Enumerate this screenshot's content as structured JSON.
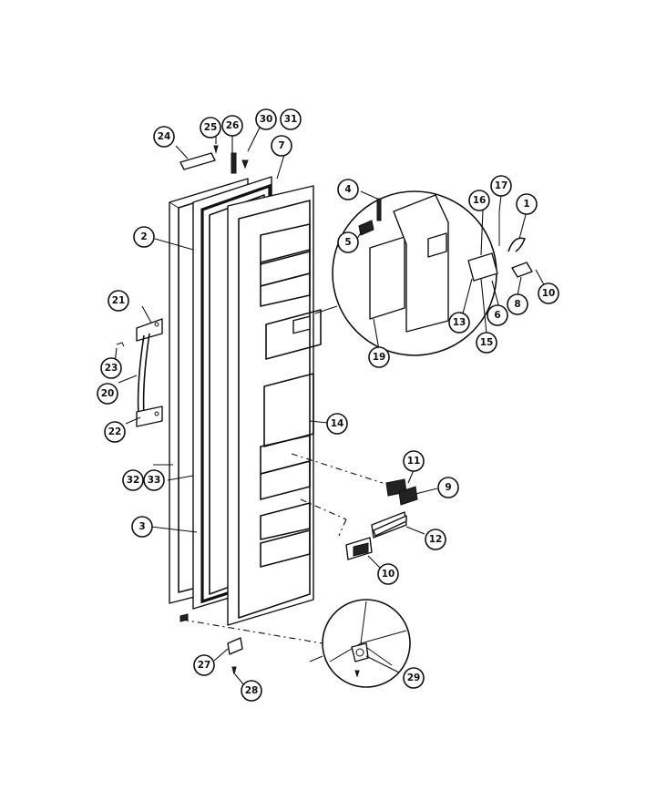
{
  "part_labels": {
    "p1": "1",
    "p2": "2",
    "p3": "3",
    "p4": "4",
    "p5": "5",
    "p6": "6",
    "p7": "7",
    "p8": "8",
    "p9": "9",
    "p10": "10",
    "p10b": "10",
    "p11": "11",
    "p12": "12",
    "p13": "13",
    "p14": "14",
    "p15": "15",
    "p16": "16",
    "p17": "17",
    "p19": "19",
    "p20": "20",
    "p21": "21",
    "p22": "22",
    "p23": "23",
    "p24": "24",
    "p25": "25",
    "p26": "26",
    "p27": "27",
    "p28": "28",
    "p29": "29",
    "p30": "30",
    "p31": "31",
    "p32": "32",
    "p33": "33"
  }
}
